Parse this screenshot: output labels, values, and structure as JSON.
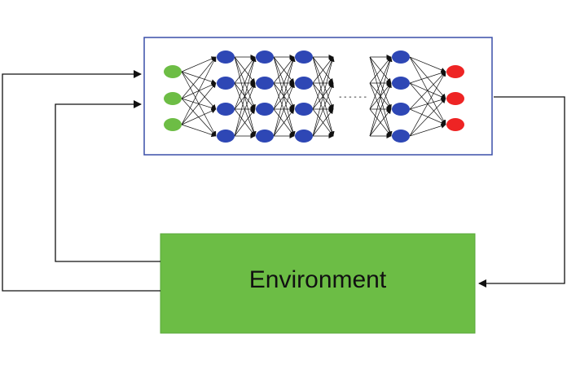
{
  "environment": {
    "label": "Environment",
    "fill_color": "#6cbd45",
    "border_color": "#5aa83a"
  },
  "network": {
    "frame_color": "#3a4fa8",
    "gap_marker": "- - - - - -",
    "input_color": "#6dbd45",
    "hidden_color": "#2e47b5",
    "output_color": "#ee2424",
    "input_count": 3,
    "hidden_layer_counts": [
      4,
      4,
      4,
      4
    ],
    "output_count": 3
  },
  "colors": {
    "arrow": "#111111",
    "connection": "#111111"
  }
}
